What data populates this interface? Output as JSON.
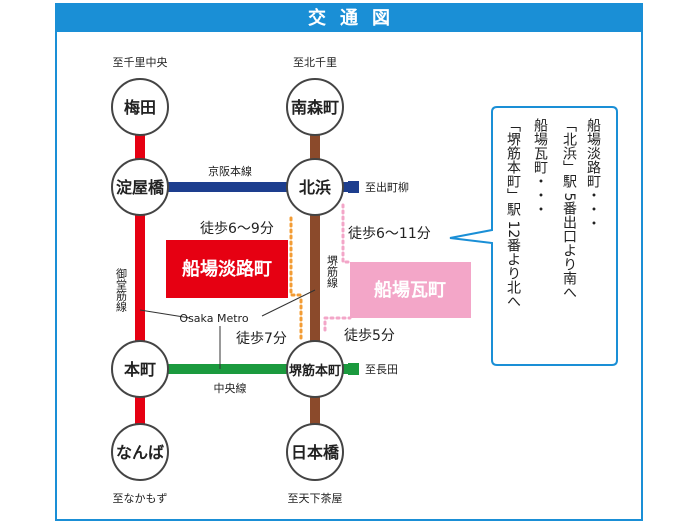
{
  "header": {
    "title": "交通図"
  },
  "stations": {
    "umeda": "梅田",
    "yodoyabashi": "淀屋橋",
    "hommachi": "本町",
    "namba": "なんば",
    "minamimorimachi": "南森町",
    "kitahama": "北浜",
    "sakaisuji_hommachi": "堺筋本町",
    "nipponbashi": "日本橋"
  },
  "directions": {
    "to_senri_chuo": "至千里中央",
    "to_kita_senri": "至北千里",
    "to_nakamozu": "至なかもず",
    "to_tengachaya": "至天下茶屋",
    "to_demachiyanagi": "至出町柳",
    "to_nagata": "至長田"
  },
  "lines": {
    "keihan": "京阪本線",
    "chuo": "中央線",
    "midosuji": "御堂筋線",
    "sakaisuji": "堺筋線",
    "osaka_metro": "Osaka Metro"
  },
  "walks": {
    "senbaawajimachi_from_kitahama": "徒歩6～9分",
    "senbaawajimachi_from_sakaisuji": "徒歩7分",
    "senbakawaramachi_from_kitahama": "徒歩6～11分",
    "senbakawaramachi_from_sakaisuji": "徒歩5分"
  },
  "places": {
    "senbaawajimachi": "船場淡路町",
    "senbakawaramachi": "船場瓦町"
  },
  "callout": {
    "lines": [
      "船場淡路町・・・",
      "「北浜」駅 5番出口より南へ",
      "船場瓦町・・・",
      "「堺筋本町」駅 12番より北へ"
    ]
  },
  "colors": {
    "frame": "#1a8fd6",
    "midosuji": "#e60012",
    "sakaisuji": "#8b4a2b",
    "keihan": "#1d3e8e",
    "chuo": "#1b9a3e",
    "awajimachi_box": "#e60012",
    "kawaramachi_box": "#f3a6c8",
    "walk_orange": "#f39c34",
    "walk_pink": "#f3a6c8"
  }
}
